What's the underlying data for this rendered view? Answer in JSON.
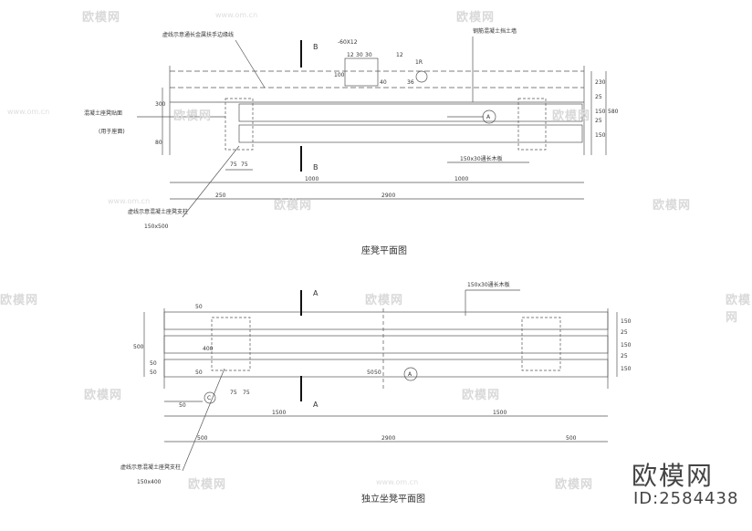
{
  "watermark": {
    "brand": "欧模网",
    "url": "www.om.cn"
  },
  "corner": {
    "brand": "欧模网",
    "id": "ID:2584438"
  },
  "top_plan": {
    "title": "座凳平面图",
    "section_mark_top": "B",
    "section_mark_bottom": "B",
    "callout_handrail": "虚线示意通长金属扶手边缘线",
    "callout_plate": "-60X12",
    "callout_wall": "钢筋混凝土挡土墙",
    "callout_bench_surface": "混凝土座凳贴面",
    "callout_bench_surface_note": "(用于座面)",
    "callout_support": "虚线示意混凝土座凳支柱",
    "support_size": "150x500",
    "wood_board": "150x30通长木板",
    "detail_A": "A",
    "detail_1R": "1R",
    "dims_top": [
      "12",
      "30",
      "30",
      "12"
    ],
    "dim_100": "100",
    "dim_40": "40",
    "dim_36": "36",
    "dims_right": [
      "230",
      "25",
      "150",
      "25",
      "150",
      "580"
    ],
    "dims_left": [
      "300",
      "80"
    ],
    "dims_bottom_small": [
      "75",
      "75"
    ],
    "dims_bottom_1000a": "1000",
    "dims_bottom_1000b": "1000",
    "dims_bottom_250": "250",
    "dims_bottom_2900": "2900"
  },
  "bottom_plan": {
    "title": "独立坐凳平面图",
    "section_mark_top": "A",
    "section_mark_bottom": "A",
    "wood_board": "150x30通长木板",
    "callout_support": "虚线示意混凝土座凳支柱",
    "support_size": "150x400",
    "detail_A": "A",
    "detail_C": "C",
    "dims_left_small": [
      "50",
      "50",
      "50",
      "50"
    ],
    "dim_400": "400",
    "dim_500": "500",
    "dim_50": "50",
    "dims_right": [
      "150",
      "25",
      "150",
      "25",
      "150"
    ],
    "dims_mid_small": [
      "50",
      "50"
    ],
    "dims_bottom_small": [
      "75",
      "75"
    ],
    "dims_1500a": "1500",
    "dims_1500b": "1500",
    "dims_500a": "500",
    "dims_2900": "2900",
    "dims_500b": "500"
  }
}
